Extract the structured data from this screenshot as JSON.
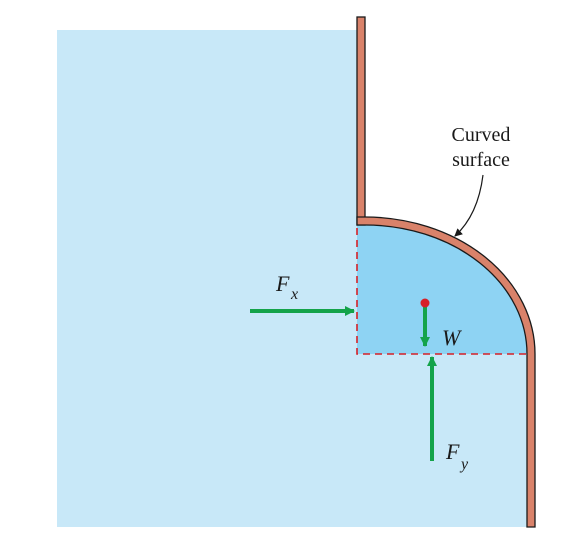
{
  "diagram": {
    "colors": {
      "water": "#c8e8f8",
      "water_volume": "#8ed3f3",
      "wall_fill": "#d9826a",
      "wall_stroke": "#1a1a1a",
      "force_arrow": "#14a34a",
      "dashed_outline": "#d62027",
      "centroid_dot": "#d62027"
    },
    "labels": {
      "curved_surface_line1": "Curved",
      "curved_surface_line2": "surface",
      "fx_main": "F",
      "fx_sub": "x",
      "fy_main": "F",
      "fy_sub": "y",
      "weight": "W"
    }
  }
}
